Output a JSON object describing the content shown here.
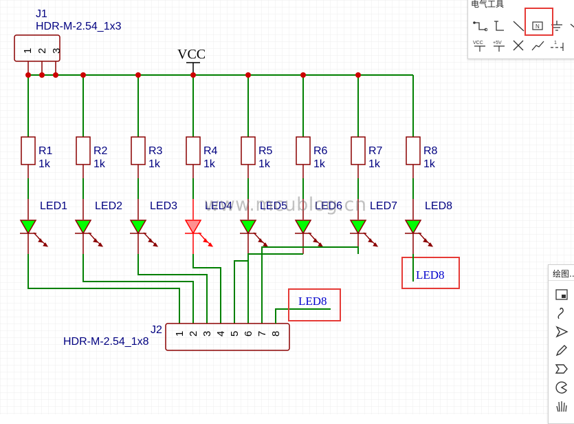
{
  "header_j1": {
    "ref": "J1",
    "footprint": "HDR-M-2.54_1x3",
    "pins": [
      "1",
      "2",
      "3"
    ]
  },
  "header_j2": {
    "ref": "J2",
    "footprint": "HDR-M-2.54_1x8",
    "pins": [
      "1",
      "2",
      "3",
      "4",
      "5",
      "6",
      "7",
      "8"
    ]
  },
  "power": {
    "label": "VCC"
  },
  "resistors": [
    {
      "ref": "R1",
      "value": "1k"
    },
    {
      "ref": "R2",
      "value": "1k"
    },
    {
      "ref": "R3",
      "value": "1k"
    },
    {
      "ref": "R4",
      "value": "1k"
    },
    {
      "ref": "R5",
      "value": "1k"
    },
    {
      "ref": "R6",
      "value": "1k"
    },
    {
      "ref": "R7",
      "value": "1k"
    },
    {
      "ref": "R8",
      "value": "1k"
    }
  ],
  "leds": [
    "LED1",
    "LED2",
    "LED3",
    "LED4",
    "LED5",
    "LED6",
    "LED7",
    "LED8"
  ],
  "net_labels": {
    "led8_output": "LED8",
    "led8_input": "LED8"
  },
  "watermark": "www.mcublog.cn",
  "electrical_tools": {
    "title": "电气工具",
    "row1": [
      "wire-icon",
      "bus-icon",
      "bus-entry-icon",
      "net-label-icon",
      "ground-icon",
      "net-flag-icon"
    ],
    "row2_labels": {
      "vcc": "VCC",
      "plus5v": "+5V"
    },
    "highlighted": "net-label-icon"
  },
  "drawing_tools": {
    "title": "绘图..."
  },
  "colors": {
    "wire": "#008000",
    "component": "#8b0000",
    "junction": "#cc0000",
    "text": "#000080",
    "led_fill": "#00ff00",
    "highlight": "#e53935",
    "grid": "#e6e6e6"
  }
}
